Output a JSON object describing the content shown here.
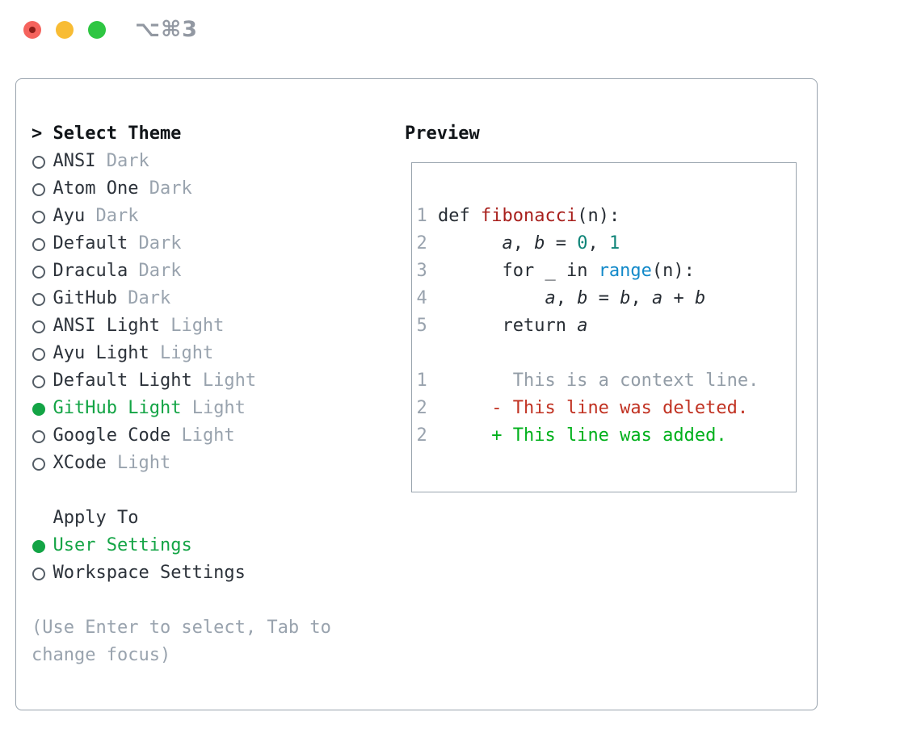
{
  "window": {
    "shortcut_label": "⌥⌘3",
    "traffic_lights": [
      "close",
      "minimize",
      "zoom"
    ]
  },
  "theme_panel": {
    "header_prefix": ">",
    "header": "Select Theme",
    "themes": [
      {
        "name": "ANSI",
        "variant": "Dark",
        "selected": false
      },
      {
        "name": "Atom One",
        "variant": "Dark",
        "selected": false
      },
      {
        "name": "Ayu",
        "variant": "Dark",
        "selected": false
      },
      {
        "name": "Default",
        "variant": "Dark",
        "selected": false
      },
      {
        "name": "Dracula",
        "variant": "Dark",
        "selected": false
      },
      {
        "name": "GitHub",
        "variant": "Dark",
        "selected": false
      },
      {
        "name": "ANSI Light",
        "variant": "Light",
        "selected": false
      },
      {
        "name": "Ayu Light",
        "variant": "Light",
        "selected": false
      },
      {
        "name": "Default Light",
        "variant": "Light",
        "selected": false
      },
      {
        "name": "GitHub Light",
        "variant": "Light",
        "selected": true
      },
      {
        "name": "Google Code",
        "variant": "Light",
        "selected": false
      },
      {
        "name": "XCode",
        "variant": "Light",
        "selected": false
      }
    ],
    "apply_to": {
      "header": "Apply To",
      "options": [
        {
          "name": "User Settings",
          "selected": true
        },
        {
          "name": "Workspace Settings",
          "selected": false
        }
      ]
    },
    "help": [
      "(Use Enter to select, Tab to",
      "change focus)"
    ]
  },
  "preview": {
    "title": "Preview",
    "code_lines": [
      {
        "segs": [
          {
            "t": "1 ",
            "c": "ln"
          },
          {
            "t": "def ",
            "c": "plain"
          },
          {
            "t": "fibonacci",
            "c": "fn"
          },
          {
            "t": "(n):",
            "c": "plain"
          }
        ]
      },
      {
        "segs": [
          {
            "t": "2",
            "c": "ln"
          },
          {
            "t": "       ",
            "c": "plain"
          },
          {
            "t": "a",
            "c": "var"
          },
          {
            "t": ", ",
            "c": "plain"
          },
          {
            "t": "b",
            "c": "var"
          },
          {
            "t": " = ",
            "c": "plain"
          },
          {
            "t": "0",
            "c": "num"
          },
          {
            "t": ", ",
            "c": "plain"
          },
          {
            "t": "1",
            "c": "num"
          }
        ]
      },
      {
        "segs": [
          {
            "t": "3",
            "c": "ln"
          },
          {
            "t": "       for ",
            "c": "plain"
          },
          {
            "t": "_",
            "c": "var"
          },
          {
            "t": " in ",
            "c": "plain"
          },
          {
            "t": "range",
            "c": "blue"
          },
          {
            "t": "(n):",
            "c": "plain"
          }
        ]
      },
      {
        "segs": [
          {
            "t": "4",
            "c": "ln"
          },
          {
            "t": "           ",
            "c": "plain"
          },
          {
            "t": "a",
            "c": "var"
          },
          {
            "t": ", ",
            "c": "plain"
          },
          {
            "t": "b",
            "c": "var"
          },
          {
            "t": " = ",
            "c": "plain"
          },
          {
            "t": "b",
            "c": "var"
          },
          {
            "t": ", ",
            "c": "plain"
          },
          {
            "t": "a",
            "c": "var"
          },
          {
            "t": " + ",
            "c": "plain"
          },
          {
            "t": "b",
            "c": "var"
          }
        ]
      },
      {
        "segs": [
          {
            "t": "5",
            "c": "ln"
          },
          {
            "t": "       return ",
            "c": "plain"
          },
          {
            "t": "a",
            "c": "var"
          }
        ]
      },
      {
        "segs": []
      },
      {
        "segs": [
          {
            "t": "1",
            "c": "ln"
          },
          {
            "t": "        This is a context line.",
            "c": "ctx"
          }
        ]
      },
      {
        "segs": [
          {
            "t": "2",
            "c": "ln"
          },
          {
            "t": "      ",
            "c": "plain"
          },
          {
            "t": "- This line was deleted.",
            "c": "del"
          }
        ]
      },
      {
        "segs": [
          {
            "t": "2",
            "c": "ln"
          },
          {
            "t": "      ",
            "c": "plain"
          },
          {
            "t": "+ This line was added.",
            "c": "add"
          }
        ]
      }
    ]
  },
  "colors": {
    "text_dark": "#2c323a",
    "muted_gray": "#99a3ae",
    "accent_green": "#13a445",
    "ln": "#99a3ae",
    "plain": "#272d34",
    "fn": "#a8201d",
    "blue": "#1289c9",
    "num": "#0f8478",
    "var": "#272d34",
    "ctx": "#939da7",
    "del": "#c13222",
    "add": "#00b01b",
    "border_gray": "#9aa4ae",
    "traffic_red": "#f5635d",
    "traffic_red_dot": "#8c1d18",
    "traffic_yellow": "#f8bc34",
    "traffic_green": "#2ec642",
    "shortcut_gray": "#9298a2"
  }
}
